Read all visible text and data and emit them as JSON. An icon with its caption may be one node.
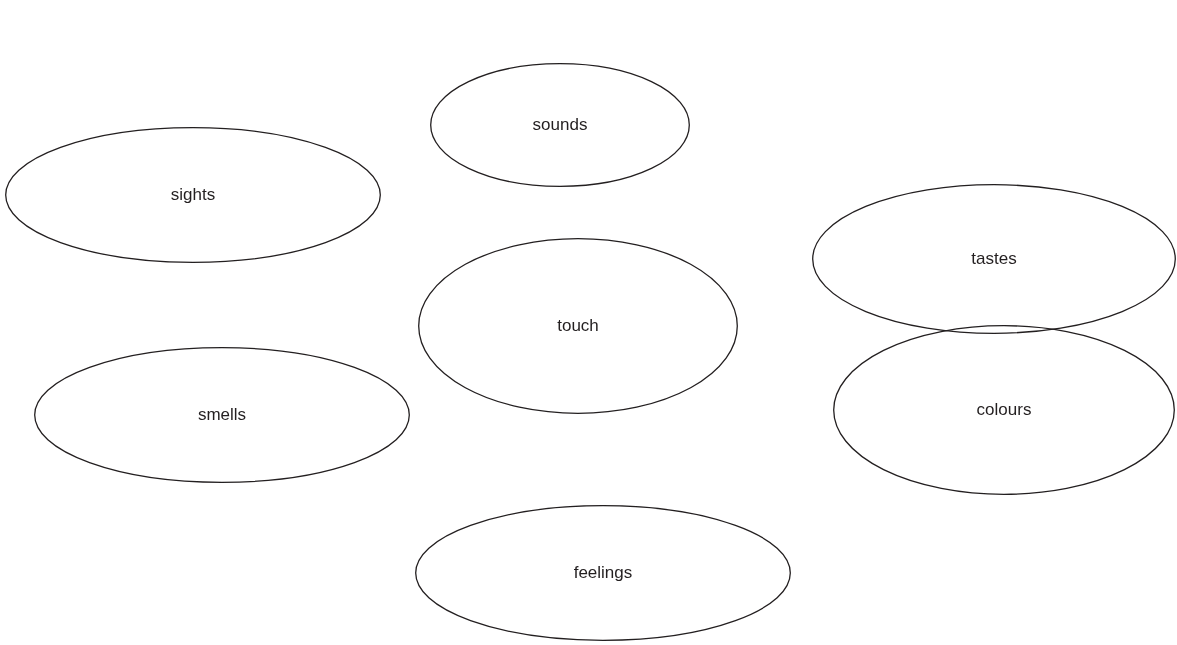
{
  "diagram": {
    "nodes": [
      {
        "text": [
          "sounds"
        ]
      },
      {
        "text": [
          "sights"
        ]
      },
      {
        "text": [
          "tastes"
        ]
      },
      {
        "text": [
          "touch"
        ]
      },
      {
        "text": [
          "smells"
        ]
      },
      {
        "text": [
          "colours"
        ]
      },
      {
        "text": [
          "feelings"
        ]
      }
    ]
  }
}
